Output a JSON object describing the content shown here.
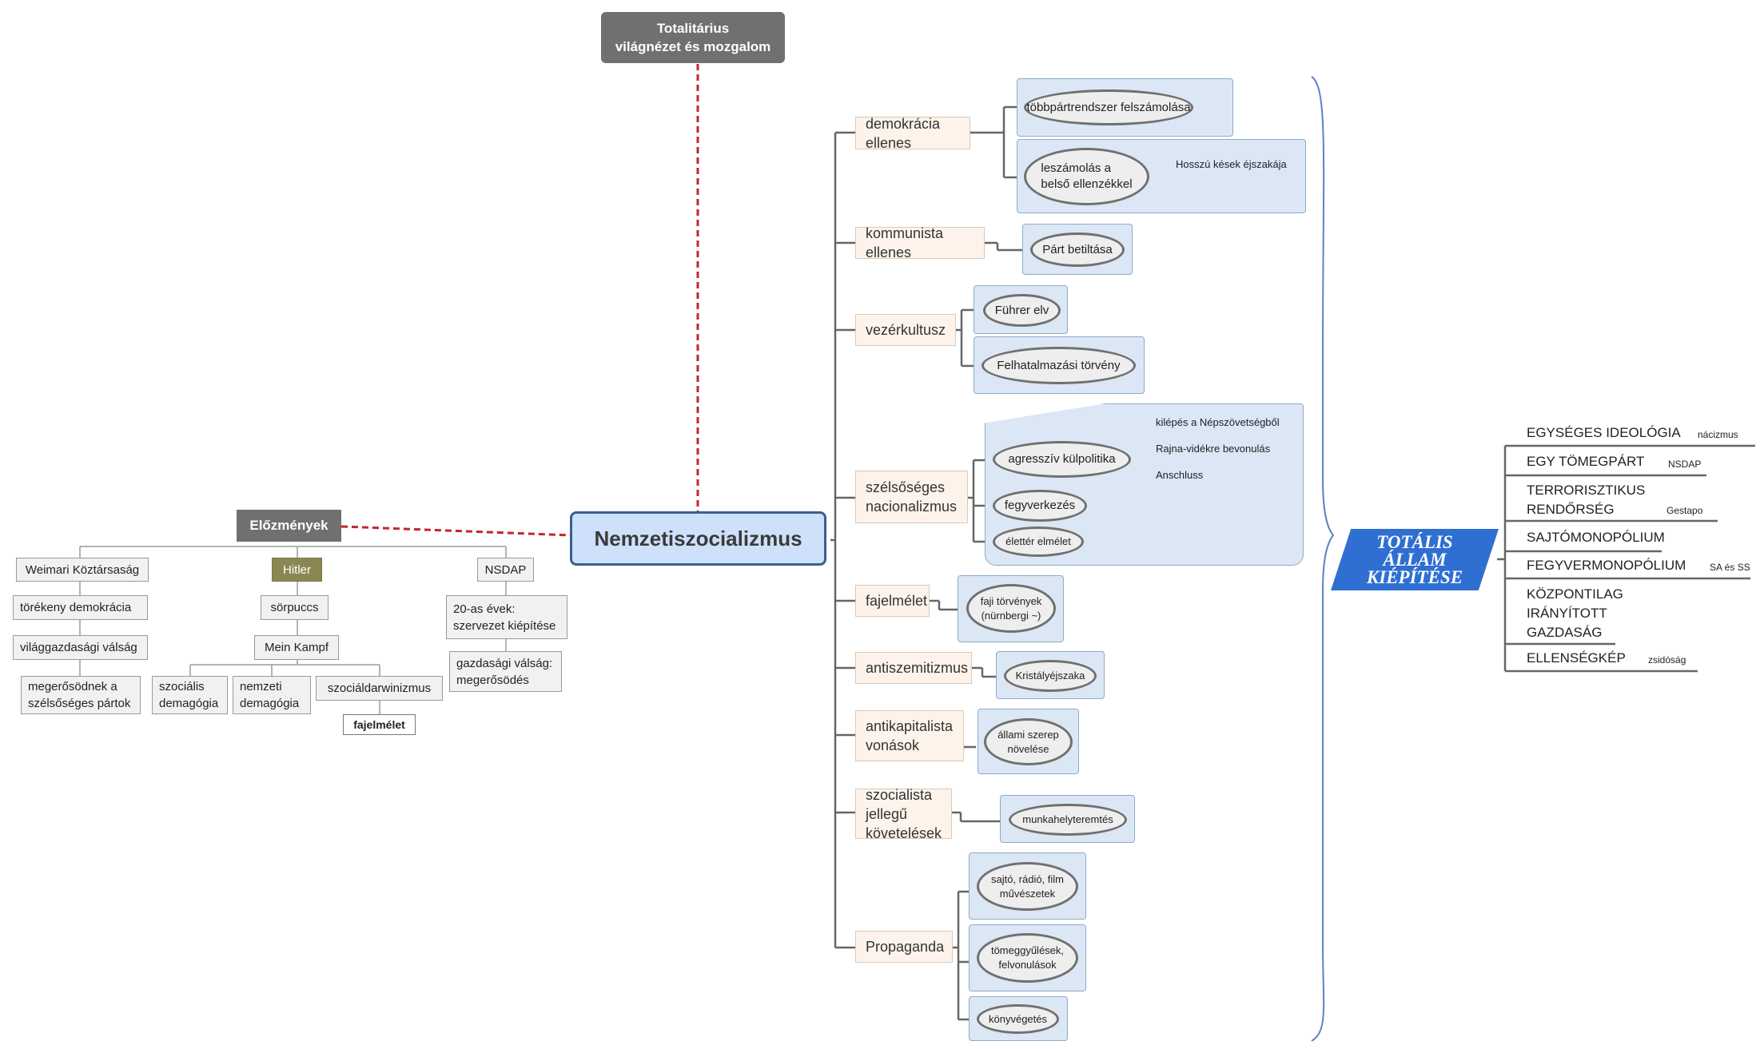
{
  "top": {
    "title": "Totalitárius\nvilágnézet és mozgalom"
  },
  "center": {
    "title": "Nemzetiszocializmus"
  },
  "elozmenyek": {
    "title": "Előzmények",
    "weimar": "Weimari Köztársaság",
    "torekeny": "törékeny demokrácia",
    "valsag": "világgazdasági válság",
    "partok": "megerősödnek a\nszélsőséges pártok",
    "hitler": "Hitler",
    "sorpuccs": "sörpuccs",
    "meinkampf": "Mein Kampf",
    "szocialis": "szociális\ndemagógia",
    "nemzeti": "nemzeti\ndemagógia",
    "szocdarwin": "szociáldarwinizmus",
    "fajelmelet": "fajelmélet",
    "nsdap": "NSDAP",
    "evek20": "20-as évek:\nszervezet kiépítése",
    "gazdvalsag": "gazdasági válság:\nmegerősödés"
  },
  "branches": {
    "demokracia": "demokrácia ellenes",
    "tobbpart": "többpártrendszer felszámolása",
    "leszamolas": "leszámolás a\nbelső ellenzékkel",
    "hosszu": "Hosszú kések éjszakája",
    "kommunista": "kommunista ellenes",
    "partbet": "Párt betiltása",
    "vezer": "vezérkultusz",
    "fuhrer": "Führer elv",
    "felhat": "Felhatalmazási törvény",
    "szels": "szélsőséges\nnacionalizmus",
    "agressziv": "agresszív külpolitika",
    "kilepes": "kilépés a Népszövetségből",
    "rajna": "Rajna-vidékre bevonulás",
    "anschluss": "Anschluss",
    "fegyverkezes": "fegyverkezés",
    "eletter": "élettér elmélet",
    "fajelmelet": "fajelmélet",
    "faji": "faji törvények\n(nürnbergi ~)",
    "antisz": "antiszemitizmus",
    "kristaly": "Kristályéjszaka",
    "antikap": "antikapitalista\nvonások",
    "allami": "állami szerep\nnövelése",
    "szocjell": "szocialista jellegű\nkövetelések",
    "munkahely": "munkahelyteremtés",
    "propaganda": "Propaganda",
    "sajto": "sajtó, rádió, film\nművészetek",
    "tomeg": "tömeggyűlések,\nfelvonulások",
    "konyv": "könyvégetés"
  },
  "totalis": {
    "label": "TOTÁLIS\nÁLLAM\nKIÉPÍTÉSE",
    "items": [
      {
        "label": "EGYSÉGES IDEOLÓGIA",
        "note": "nácizmus"
      },
      {
        "label": "EGY TÖMEGPÁRT",
        "note": "NSDAP"
      },
      {
        "label": "TERRORISZTIKUS\nRENDŐRSÉG",
        "note": "Gestapo"
      },
      {
        "label": "SAJTÓMONOPÓLIUM",
        "note": ""
      },
      {
        "label": "FEGYVERMONOPÓLIUM",
        "note": "SA és SS"
      },
      {
        "label": "KÖZPONTILAG\nIRÁNYÍTOTT\nGAZDASÁG",
        "note": ""
      },
      {
        "label": "ELLENSÉGKÉP",
        "note": "zsidóság"
      }
    ]
  },
  "colors": {
    "accent": "#2e6fd1",
    "dashed": "#c0272d",
    "center_fill": "#cfe0fb"
  }
}
